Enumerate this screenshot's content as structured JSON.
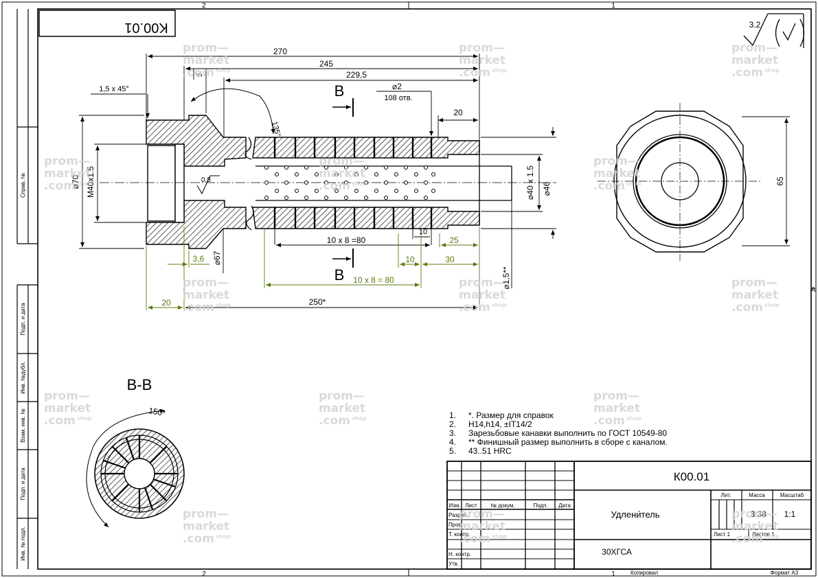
{
  "sheet": {
    "zone_top_left": "2",
    "zone_top_right": "1",
    "zone_bottom_left": "2",
    "zone_bottom_right": "1",
    "zone_side": "A",
    "mirrored_code": "K00.01",
    "roughness_value": "3.2",
    "copy_label": "Копировал",
    "format_label": "Формат А3"
  },
  "side_stamps": [
    "Справ. №",
    "Подп. и дата",
    "Инв. №дубл.",
    "Взам. инв. №",
    "Подп. и дата",
    "Инв. № подл."
  ],
  "watermark": {
    "line1": "prom—",
    "line2": "market",
    "line3": ".com",
    "suffix": "shop"
  },
  "dimensions": {
    "len_270": "270",
    "len_245": "245",
    "len_229": "229,5",
    "chamfer": "1,5 x 45°",
    "d5": "5",
    "hole_d": "⌀2",
    "holes": "108 отв.",
    "angle": "135°",
    "d20_top": "20",
    "section_mark": "B",
    "d70": "⌀70",
    "m40": "M40x1.5",
    "rough_inner": "0.8",
    "d40": "⌀40 x 1.5",
    "d46": "⌀46",
    "pitch_top": "10 x 8 =80",
    "d10": "10",
    "d25": "25",
    "d3_6": "3,6",
    "d67": "⌀67",
    "d10b": "10",
    "d30": "30",
    "d15": "⌀1,5**",
    "pitch_bottom": "10 x 8 = 80",
    "d20_bottom": "20",
    "len_250": "250*",
    "d65": "65",
    "section_title": "В-В",
    "angle_150": "150*"
  },
  "notes": [
    {
      "num": "1.",
      "text": "*. Размер для справок"
    },
    {
      "num": "2.",
      "text": "H14,h14, ±IT14/2"
    },
    {
      "num": "3.",
      "text": "Зарезьбовые канавки выполнить по ГОСТ 10549-80"
    },
    {
      "num": "4.",
      "text": "** Финишный размер выполнить в сборе с каналом."
    },
    {
      "num": "5.",
      "text": "43..51 HRC"
    }
  ],
  "title_block": {
    "code": "К00.01",
    "name": "Удлени́тель",
    "material": "30ХГСА",
    "col_izm": "Изм.",
    "col_list": "Лист",
    "col_doc": "№ докум.",
    "col_sign": "Подп.",
    "col_date": "Дата",
    "row_razrab": "Разраб.",
    "row_prov": "Пров.",
    "row_tkontr": "Т. контр.",
    "row_nkontr": "Н. контр.",
    "row_utv": "Утв.",
    "lit_label": "Лит.",
    "mass_label": "Масса",
    "scale_label": "Масштаб",
    "mass_value": "3.38",
    "scale_value": "1:1",
    "sheet_label": "Лист 1",
    "sheets_label": "Листов 1"
  }
}
